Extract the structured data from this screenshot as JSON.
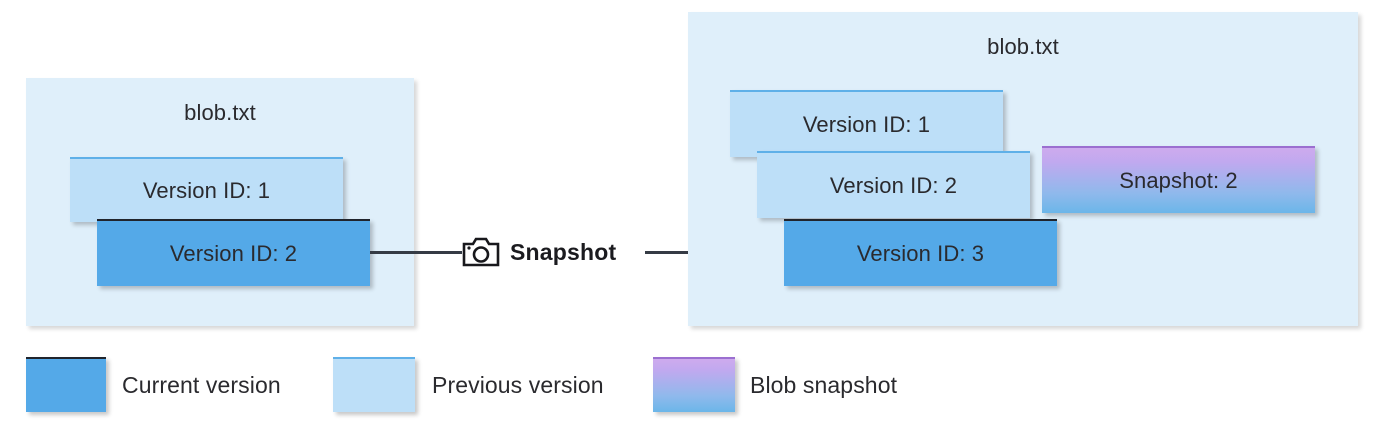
{
  "diagram": {
    "title_left": "blob.txt",
    "title_right": "blob.txt",
    "left_panel": {
      "name": "blob.txt",
      "boxes": [
        {
          "label": "Version ID: 1",
          "kind": "previous-version"
        },
        {
          "label": "Version ID: 2",
          "kind": "current-version"
        }
      ]
    },
    "right_panel": {
      "name": "blob.txt",
      "boxes": [
        {
          "label": "Version ID: 1",
          "kind": "previous-version"
        },
        {
          "label": "Version ID: 2",
          "kind": "previous-version"
        },
        {
          "label": "Version ID: 3",
          "kind": "current-version"
        },
        {
          "label": "Snapshot: 2",
          "kind": "blob-snapshot"
        }
      ]
    },
    "transition": {
      "label": "Snapshot",
      "icon": "camera-icon"
    }
  },
  "legend": {
    "items": [
      {
        "label": "Current version",
        "swatch": "current-version",
        "color": "#54a9e8"
      },
      {
        "label": "Previous version",
        "swatch": "previous-version",
        "color": "#bddff8"
      },
      {
        "label": "Blob snapshot",
        "swatch": "blob-snapshot",
        "color": "#ceaaee"
      }
    ]
  },
  "colors": {
    "panel_background": "#dfeffa",
    "current_version": "#54a9e8",
    "previous_version": "#bddff8",
    "snapshot_top": "#ceaaee",
    "snapshot_bottom": "#6bb6e9",
    "connector": "#353b45",
    "text": "#2a2a2e"
  }
}
